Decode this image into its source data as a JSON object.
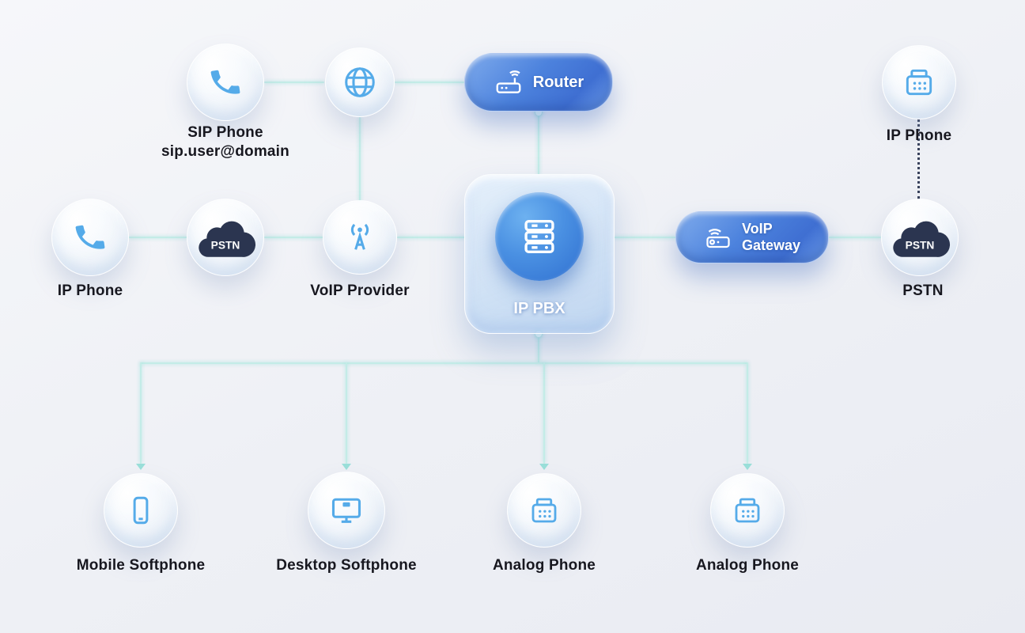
{
  "nodes": {
    "sip_phone": {
      "label": "SIP Phone",
      "sublabel": "sip.user@domain"
    },
    "internet_globe": {
      "label": ""
    },
    "router": {
      "label": "Router"
    },
    "ip_phone_top": {
      "label": "IP Phone"
    },
    "ip_phone_left": {
      "label": "IP Phone"
    },
    "pstn_left": {
      "label": "PSTN"
    },
    "voip_provider": {
      "label": "VoIP Provider"
    },
    "ip_pbx": {
      "label": "IP PBX"
    },
    "voip_gateway": {
      "label": "VoIP\nGateway"
    },
    "pstn_right": {
      "label": "PSTN"
    },
    "mobile_softphone": {
      "label": "Mobile Softphone"
    },
    "desktop_softphone": {
      "label": "Desktop Softphone"
    },
    "analog_phone_1": {
      "label": "Analog Phone"
    },
    "analog_phone_2": {
      "label": "Analog Phone"
    }
  },
  "colors": {
    "icon_blue": "#55abe9",
    "pill_blue": "#4c82dd",
    "line_cyan": "#c3ece7",
    "cloud_navy": "#2b3550",
    "label_dark": "#17171f",
    "background": "#eef0f5"
  }
}
